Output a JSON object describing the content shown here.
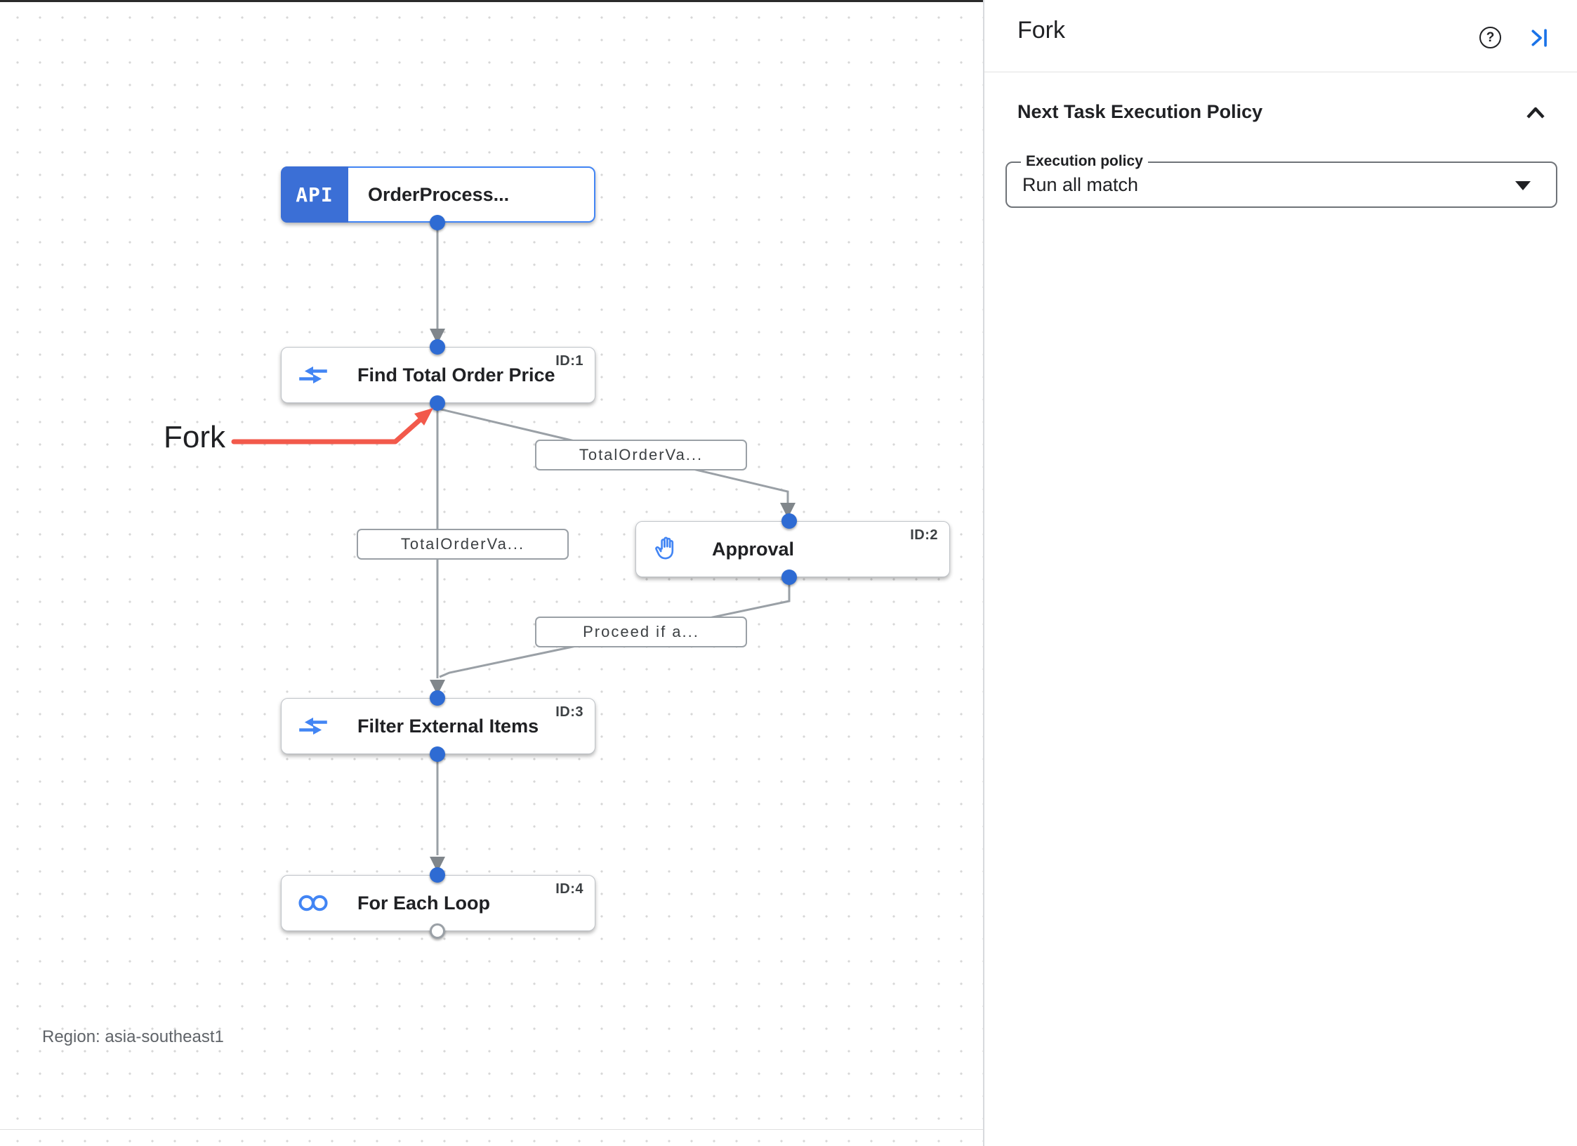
{
  "canvas": {
    "region_label": "Region: asia-southeast1",
    "fork_annotation": "Fork",
    "nodes": [
      {
        "label": "OrderProcess...",
        "badge": "API",
        "id_badge": "",
        "icon": "api-trigger"
      },
      {
        "label": "Find Total Order Price",
        "id_badge": "ID:1",
        "icon": "data-mapping"
      },
      {
        "label": "Approval",
        "id_badge": "ID:2",
        "icon": "hand"
      },
      {
        "label": "Filter External Items",
        "id_badge": "ID:3",
        "icon": "data-mapping"
      },
      {
        "label": "For Each Loop",
        "id_badge": "ID:4",
        "icon": "loop"
      }
    ],
    "edge_labels": [
      {
        "text": "TotalOrderVa..."
      },
      {
        "text": "TotalOrderVa..."
      },
      {
        "text": "Proceed if a..."
      }
    ]
  },
  "panel": {
    "title": "Fork",
    "help_glyph": "?",
    "section_title": "Next Task Execution Policy",
    "field": {
      "label": "Execution policy",
      "value": "Run all match"
    }
  },
  "colors": {
    "accent_blue": "#4285f4",
    "trigger_badge_blue": "#3b6fd6",
    "connector_dot_blue": "#2e6bd3",
    "edge_gray": "#9aa0a6",
    "annotation_red": "#f2594b",
    "panel_icon_blue": "#1a73e8"
  }
}
